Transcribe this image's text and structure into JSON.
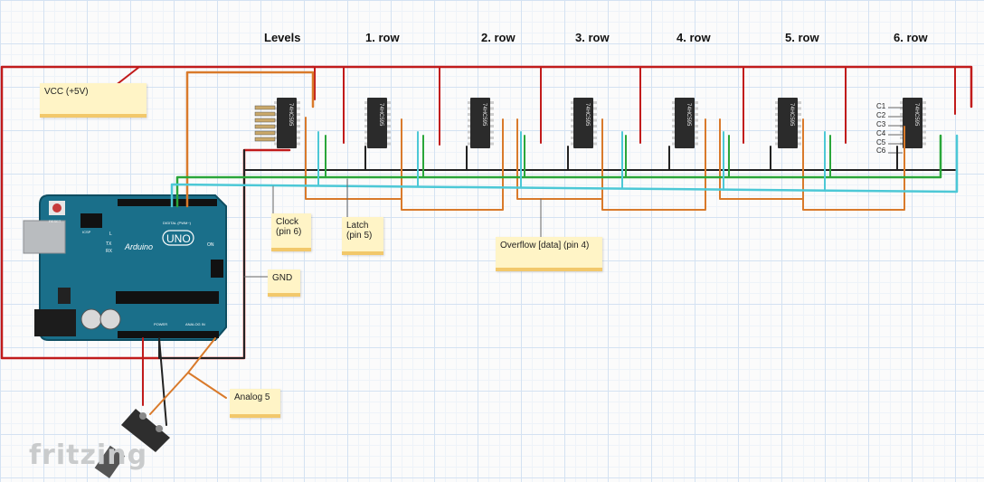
{
  "headers": [
    "Levels",
    "1. row",
    "2. row",
    "3. row",
    "4. row",
    "5. row",
    "6. row"
  ],
  "notes": {
    "vcc": "VCC (+5V)",
    "clock": [
      "Clock",
      "(pin 6)"
    ],
    "latch": [
      "Latch",
      "(pin 5)"
    ],
    "overflow": "Overflow [data] (pin 4)",
    "gnd": "GND",
    "analog": "Analog 5"
  },
  "chip_label": "74HC595",
  "column_labels": [
    "C1",
    "C2",
    "C3",
    "C4",
    "C5",
    "C6"
  ],
  "board": {
    "brand": "Arduino",
    "model": "UNO",
    "reset": "RESET",
    "icsp": "ICSP",
    "led_l": "L",
    "led_tx": "TX",
    "led_rx": "RX",
    "on": "ON",
    "digital": "DIGITAL (PWM~)",
    "power": "POWER",
    "analog_in": "ANALOG IN"
  },
  "watermark": "fritzing",
  "colors": {
    "vcc": "#c11b1b",
    "gnd": "#222222",
    "data": "#d97a2b",
    "latch": "#2aa63a",
    "clock": "#4cc8d6",
    "board": "#1a6f8a",
    "note": "#fff4c6"
  }
}
